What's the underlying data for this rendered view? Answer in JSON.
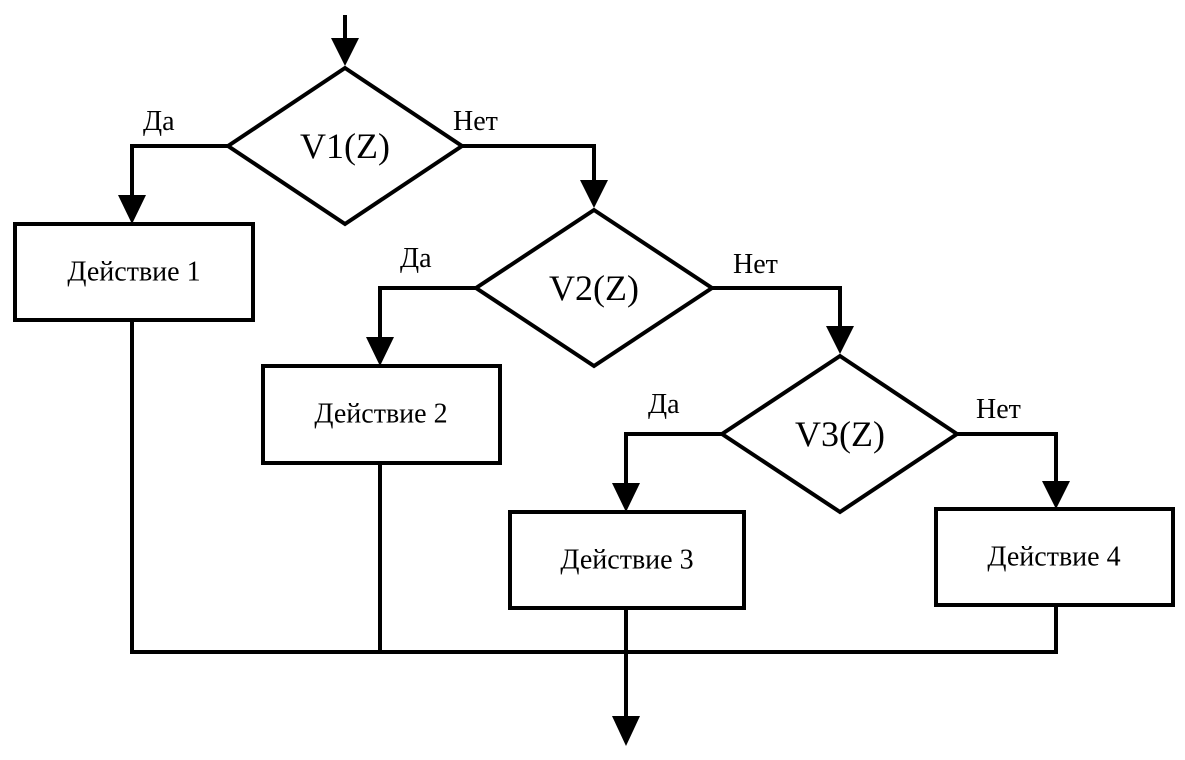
{
  "conditions": [
    "V1(Z)",
    "V2(Z)",
    "V3(Z)"
  ],
  "actions": [
    "Действие 1",
    "Действие 2",
    "Действие 3",
    "Действие 4"
  ],
  "branch_labels": {
    "yes": "Да",
    "no": "Нет"
  },
  "colors": {
    "stroke": "#000000",
    "background": "#ffffff"
  }
}
